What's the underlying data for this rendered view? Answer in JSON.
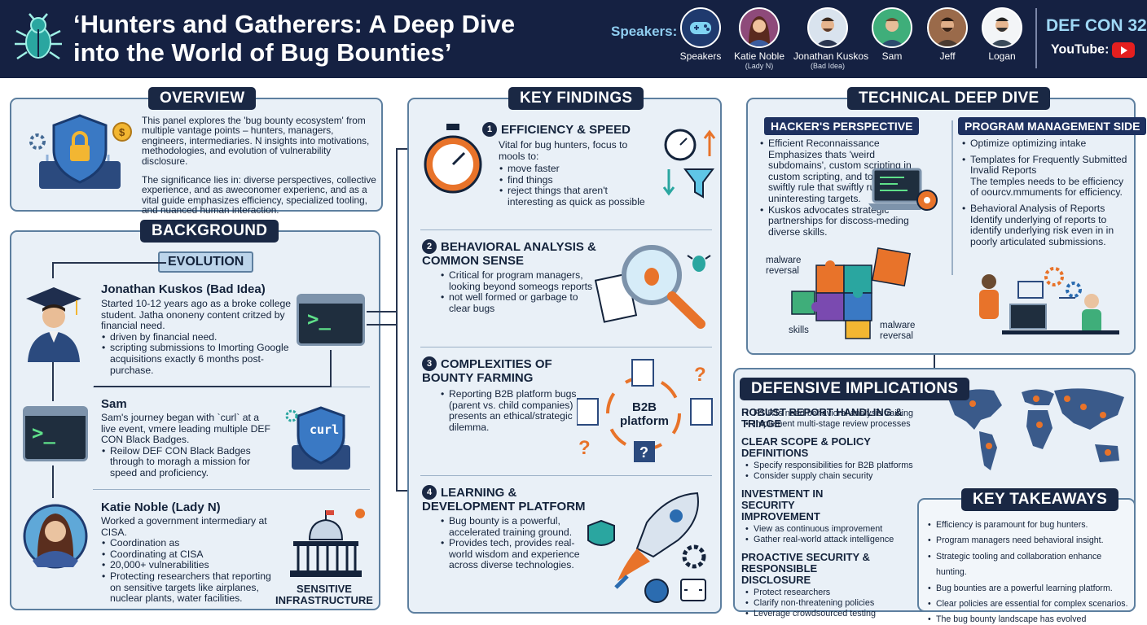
{
  "header": {
    "title_line1": "‘Hunters and Gatherers: A Deep Dive",
    "title_line2": "into the World of Bug Bounties’",
    "speakers_label": "Speakers:",
    "speakers": [
      {
        "name": "Speakers",
        "sub": ""
      },
      {
        "name": "Katie Noble",
        "sub": "(Lady N)"
      },
      {
        "name": "Jonathan Kuskos",
        "sub": "(Bad Idea)"
      },
      {
        "name": "Sam",
        "sub": ""
      },
      {
        "name": "Jeff",
        "sub": ""
      },
      {
        "name": "Logan",
        "sub": ""
      }
    ],
    "event": "DEF CON 32",
    "youtube_label": "YouTube:"
  },
  "overview": {
    "title": "OVERVIEW",
    "p1": "This panel explores the 'bug bounty ecosystem' from multiple vantage points – hunters, managers, engineers, intermediaries. N insights into motivations, methodologies, and evolution of vulnerability disclosure.",
    "p2": "The significance lies in: diverse perspectives, collective experience, and as aweconomer experienc, and as a vital guide emphasizes efficiency, specialized tooling, and nuanced human interaction."
  },
  "background": {
    "title": "BACKGROUND",
    "evolution": "EVOLUTION",
    "people": [
      {
        "name": "Jonathan Kuskos (Bad Idea)",
        "intro": "Started 10-12 years ago as a broke college student. Jatha ononeny content critzed by financial need.",
        "bullets": [
          "driven by financial need.",
          "scripting submissions to Imorting Google acquisitions exactly 6 months post-purchase."
        ]
      },
      {
        "name": "Sam",
        "intro": "Sam's journey began with `curl` at a live event, vmere leading multiple DEF CON Black Badges.",
        "bullets": [
          "Reilow DEF CON Black Badges through to moragh a mission for speed and proficiency."
        ]
      },
      {
        "name": "Katie Noble (Lady N)",
        "intro": "Worked a government intermediary at CISA.",
        "bullets": [
          "Coordination as",
          "Coordinating at CISA",
          "20,000+ vulnerabilities",
          "Protecting researchers that reporting on sensitive targets like airplanes, nuclear plants, water facilities."
        ]
      }
    ],
    "curl_label": "curl",
    "infra_label": "SENSITIVE INFRASTRUCTURE",
    "prompt_glyph": ">_"
  },
  "findings": {
    "title": "KEY FINDINGS",
    "items": [
      {
        "num": "1",
        "title": "EFFICIENCY & SPEED",
        "intro": "Vital for bug hunters, focus to mools to:",
        "bullets": [
          "move faster",
          "find things",
          "reject things that aren't interesting as quick as possible"
        ]
      },
      {
        "num": "2",
        "title": "BEHAVIORAL ANALYSIS & COMMON SENSE",
        "intro": "",
        "bullets": [
          "Critical for program managers, looking beyond someogs reports",
          "not well formed or garbage to clear bugs"
        ]
      },
      {
        "num": "3",
        "title": "COMPLEXITIES OF BOUNTY FARMING",
        "intro": "",
        "bullets": [
          "Reporting B2B platform bugs (parent vs. child companies) presents an ethical/strategic dilemma."
        ]
      },
      {
        "num": "4",
        "title": "LEARNING & DEVELOPMENT PLATFORM",
        "intro": "",
        "bullets": [
          "Bug bounty is a powerful, accelerated training ground.",
          "Provides tech, provides real-world wisdom and experience across diverse technologies."
        ]
      }
    ],
    "b2b_label": "B2B platform"
  },
  "technical": {
    "title": "TECHNICAL DEEP DIVE",
    "hacker_title": "HACKER'S PERSPECTIVE",
    "hacker_items": [
      {
        "head": "Efficient Reconnaissance",
        "body": "Emphasizes thats 'weird subdomains', custom scripting in custom scripting, and tools that swiftly rule that swiftly rule out uninteresting targets."
      },
      {
        "head": "Kuskos advocates strategic partnerships for discoss-meding diverse skills.",
        "body": ""
      }
    ],
    "puzzle_labels": [
      "malware reversal",
      "skills",
      "malware reversal"
    ],
    "pm_title": "PROGRAM MANAGEMENT SIDE",
    "pm_items": [
      {
        "head": "Optimize optimizing intake",
        "body": ""
      },
      {
        "head": "Templates for Frequently Submitted Invalid Reports",
        "body": "The temples needs to be efficiency of oourcv.mmuments for efficiency."
      },
      {
        "head": "Behavioral Analysis of Reports",
        "body": "Identify underlying of reports to identify underlying risk even in in poorly articulated submissions."
      }
    ]
  },
  "defensive": {
    "title": "DEFENSIVE IMPLICATIONS",
    "sections": [
      {
        "title": "ROBUST REPORT HANDLING & TRIAGE",
        "bullets": [
          "PSIRTs need behavioral analysis training",
          "Implement multi-stage review processes"
        ]
      },
      {
        "title": "CLEAR SCOPE & POLICY DEFINITIONS",
        "bullets": [
          "Specify responsibilities for B2B platforms",
          "Consider supply chain security"
        ]
      },
      {
        "title": "INVESTMENT IN SECURITY IMPROVEMENT",
        "bullets": [
          "View as continuous improvement",
          "Gather real-world attack intelligence"
        ]
      },
      {
        "title": "PROACTIVE SECURITY & RESPONSIBLE DISCLOSURE",
        "bullets": [
          "Protect researchers",
          "Clarify non-threatening policies",
          "Leverage crowdsourced testing"
        ]
      }
    ]
  },
  "takeaways": {
    "title": "KEY TAKEAWAYS",
    "items": [
      "Efficiency is paramount for bug hunters.",
      "Program managers need behavioral insight.",
      "Strategic tooling and collaboration enhance hunting.",
      "Bug bounties are a powerful learning platform.",
      "Clear policies are essential for complex scenarios.",
      "The bug bounty landscape has evolved significantly."
    ]
  },
  "colors": {
    "navy": "#152142",
    "panel": "#e9f0f7",
    "border": "#5d7f9f",
    "accent_orange": "#e8732a",
    "accent_blue": "#2b6cb0",
    "accent_teal": "#2aa6a0"
  }
}
